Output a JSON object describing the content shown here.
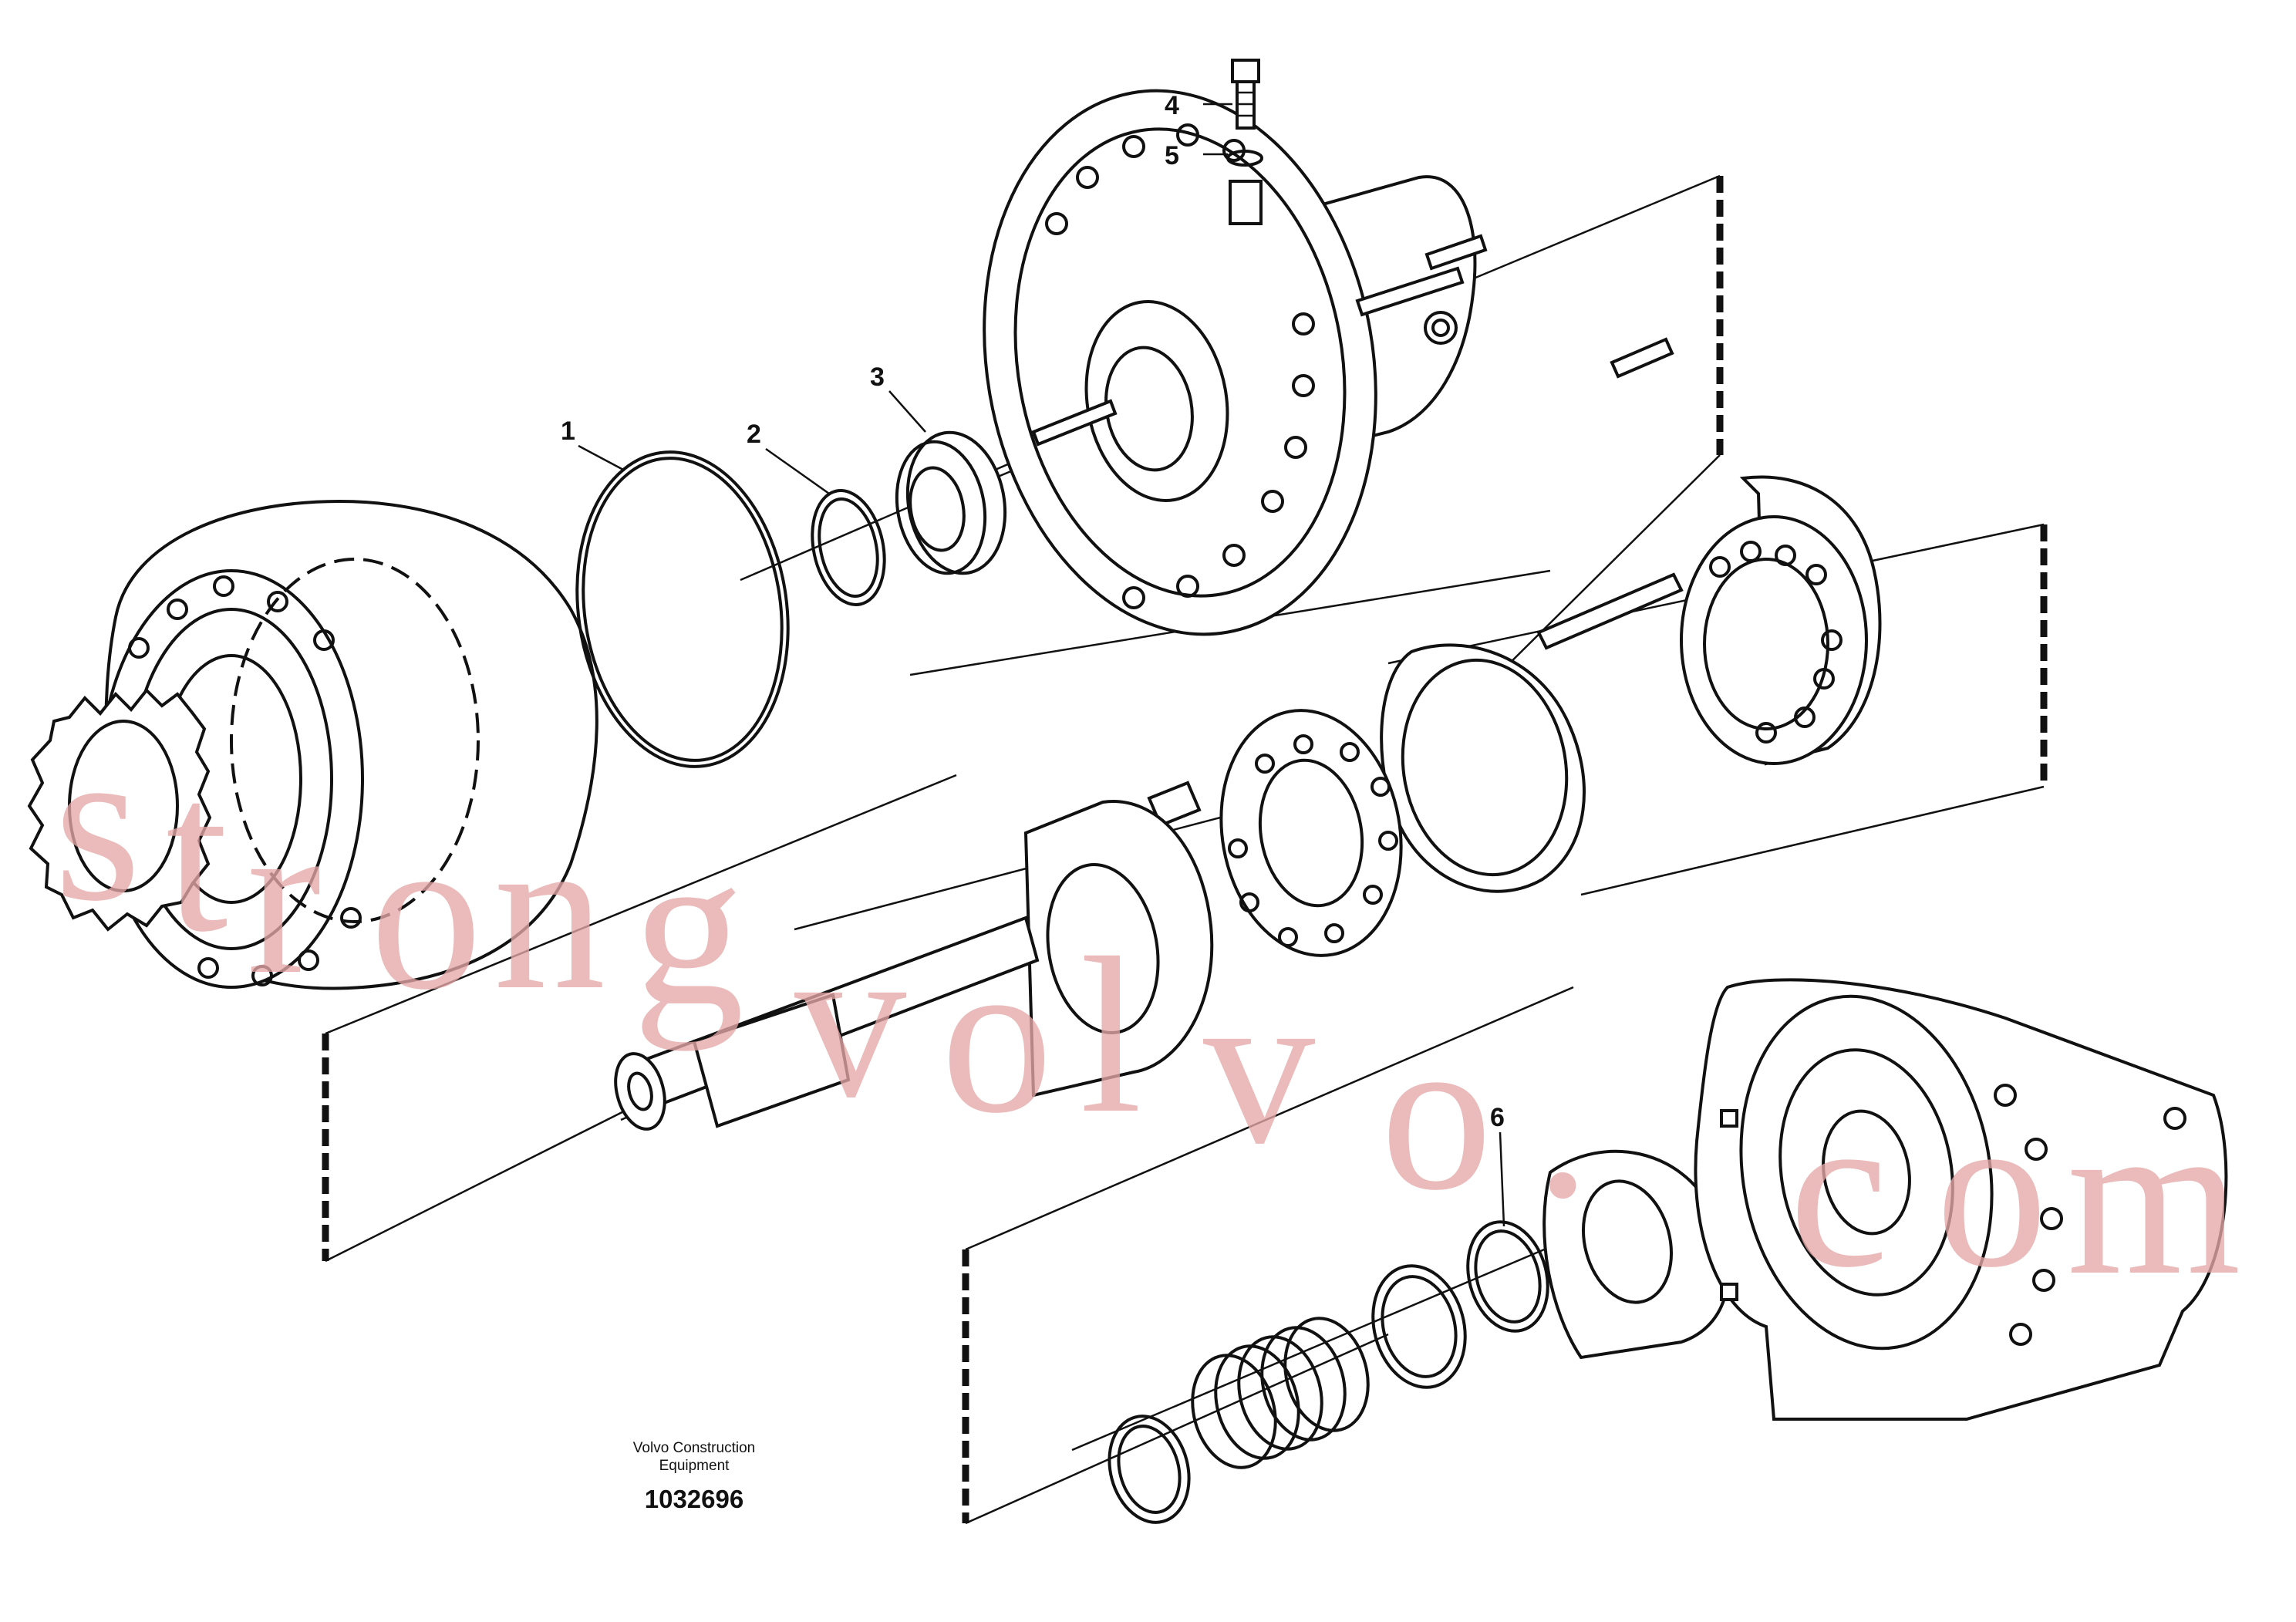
{
  "callouts": {
    "c1": "1",
    "c2": "2",
    "c3": "3",
    "c4": "4",
    "c5": "5",
    "c6": "6"
  },
  "caption": {
    "line1": "Volvo Construction",
    "line2": "Equipment",
    "drawing_number": "1032696"
  },
  "watermark": {
    "w1": "s",
    "w2": "t",
    "w3": "r",
    "w4": "o",
    "w5": "n",
    "w6": "g",
    "w7": "v",
    "w8": "o",
    "w9": "l",
    "w10": "v",
    "w11": "o",
    "w12": ".",
    "w13": "c",
    "w14": "o",
    "w15": "m"
  },
  "colors": {
    "line": "#111111",
    "watermark": "#e6a6a6",
    "background": "#ffffff"
  }
}
